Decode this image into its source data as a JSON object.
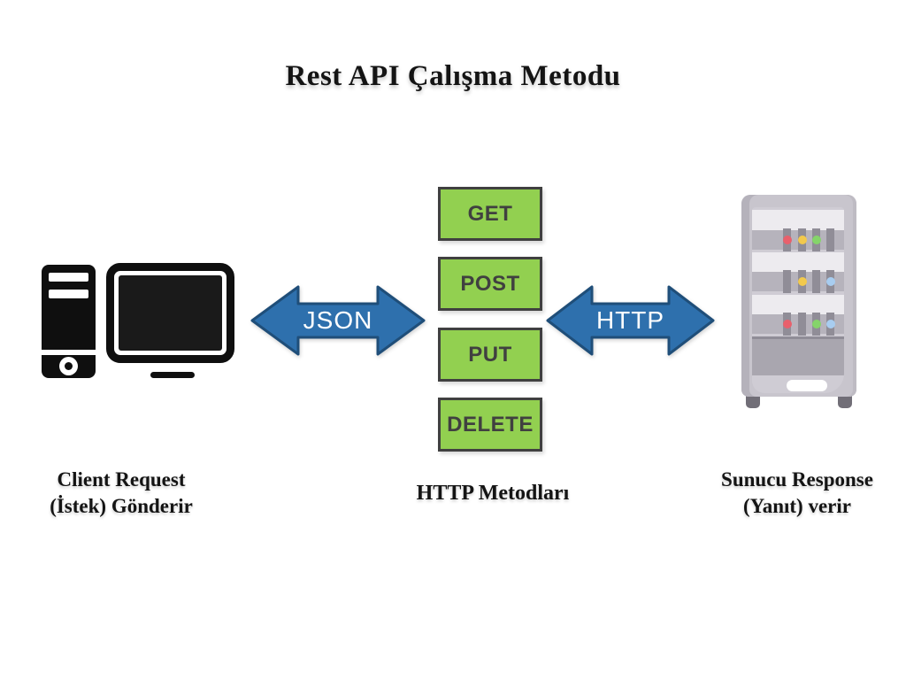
{
  "title": "Rest API Çalışma Metodu",
  "client": {
    "label_line1": "Client Request",
    "label_line2": "(İstek) Gönderir"
  },
  "methods": {
    "label": "HTTP Metodları",
    "items": [
      "GET",
      "POST",
      "PUT",
      "DELETE"
    ],
    "box_fill": "#92d050",
    "box_border": "#404040",
    "text_color": "#404040"
  },
  "arrows": {
    "left_label": "JSON",
    "right_label": "HTTP",
    "fill": "#2e70ad",
    "border": "#1f4e79"
  },
  "server": {
    "label_line1": "Sunucu Response",
    "label_line2": "(Yanıt) verir",
    "led_rows": [
      [
        "#e8606c",
        "#f2c94c",
        "#85d46a",
        null
      ],
      [
        null,
        "#f2c94c",
        null,
        "#a8cdf0"
      ],
      [
        "#e8606c",
        null,
        "#85d46a",
        "#a8cdf0"
      ]
    ]
  }
}
